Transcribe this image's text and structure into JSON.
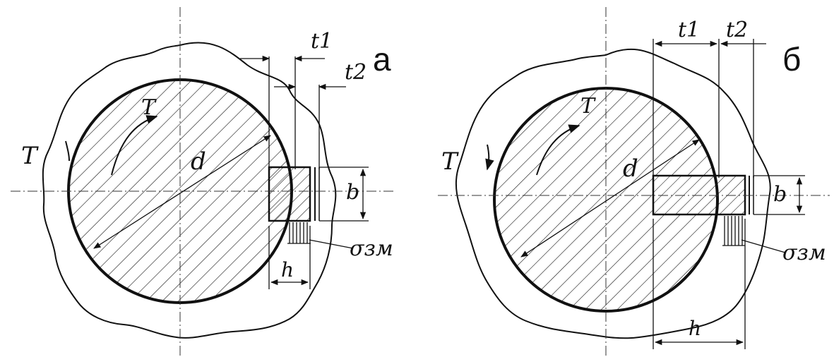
{
  "figure": {
    "panel_a": {
      "letter": "а",
      "label_T_outer": "T",
      "label_T_inner": "T",
      "label_d": "d",
      "label_b": "b",
      "label_t1": "t1",
      "label_t2": "t2",
      "label_h": "h",
      "label_sigma": "σзм"
    },
    "panel_b": {
      "letter": "б",
      "label_T_outer": "T",
      "label_T_inner": "T",
      "label_d": "d",
      "label_b": "b",
      "label_t1": "t1",
      "label_t2": "t2",
      "label_h": "h",
      "label_sigma": "σзм"
    }
  }
}
